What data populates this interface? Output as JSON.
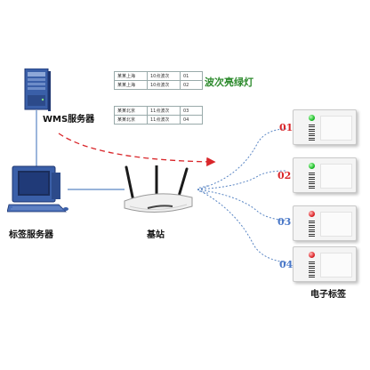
{
  "labels": {
    "wms_server": "WMS服务器",
    "tag_server": "标签服务器",
    "base_station": "基站",
    "electronic_tags": "电子标签",
    "wave_light": "波次亮绿灯"
  },
  "wave_tables": [
    {
      "rows": [
        [
          "某某上海",
          "10点波次",
          "01"
        ],
        [
          "某某上海",
          "10点波次",
          "02"
        ]
      ]
    },
    {
      "rows": [
        [
          "某某北京",
          "11点波次",
          "03"
        ],
        [
          "某某北京",
          "11点波次",
          "04"
        ]
      ]
    }
  ],
  "tags": [
    {
      "number": "01",
      "led": "green",
      "number_color": "#d9262a"
    },
    {
      "number": "02",
      "led": "green",
      "number_color": "#d9262a"
    },
    {
      "number": "03",
      "led": "red",
      "number_color": "#4a78c8"
    },
    {
      "number": "04",
      "led": "red",
      "number_color": "#4a78c8"
    }
  ],
  "colors": {
    "data_flow_arrow": "#d9262a",
    "network_line": "#5a86c4",
    "wave_light_text": "#2e8b2e",
    "led_on": "#1fbf2a",
    "led_off": "#e0282c"
  },
  "icons": {
    "wms_server": "server-tower-icon",
    "tag_server": "desktop-computer-icon",
    "base_station": "wireless-router-icon",
    "electronic_tag": "electronic-shelf-label-icon"
  }
}
